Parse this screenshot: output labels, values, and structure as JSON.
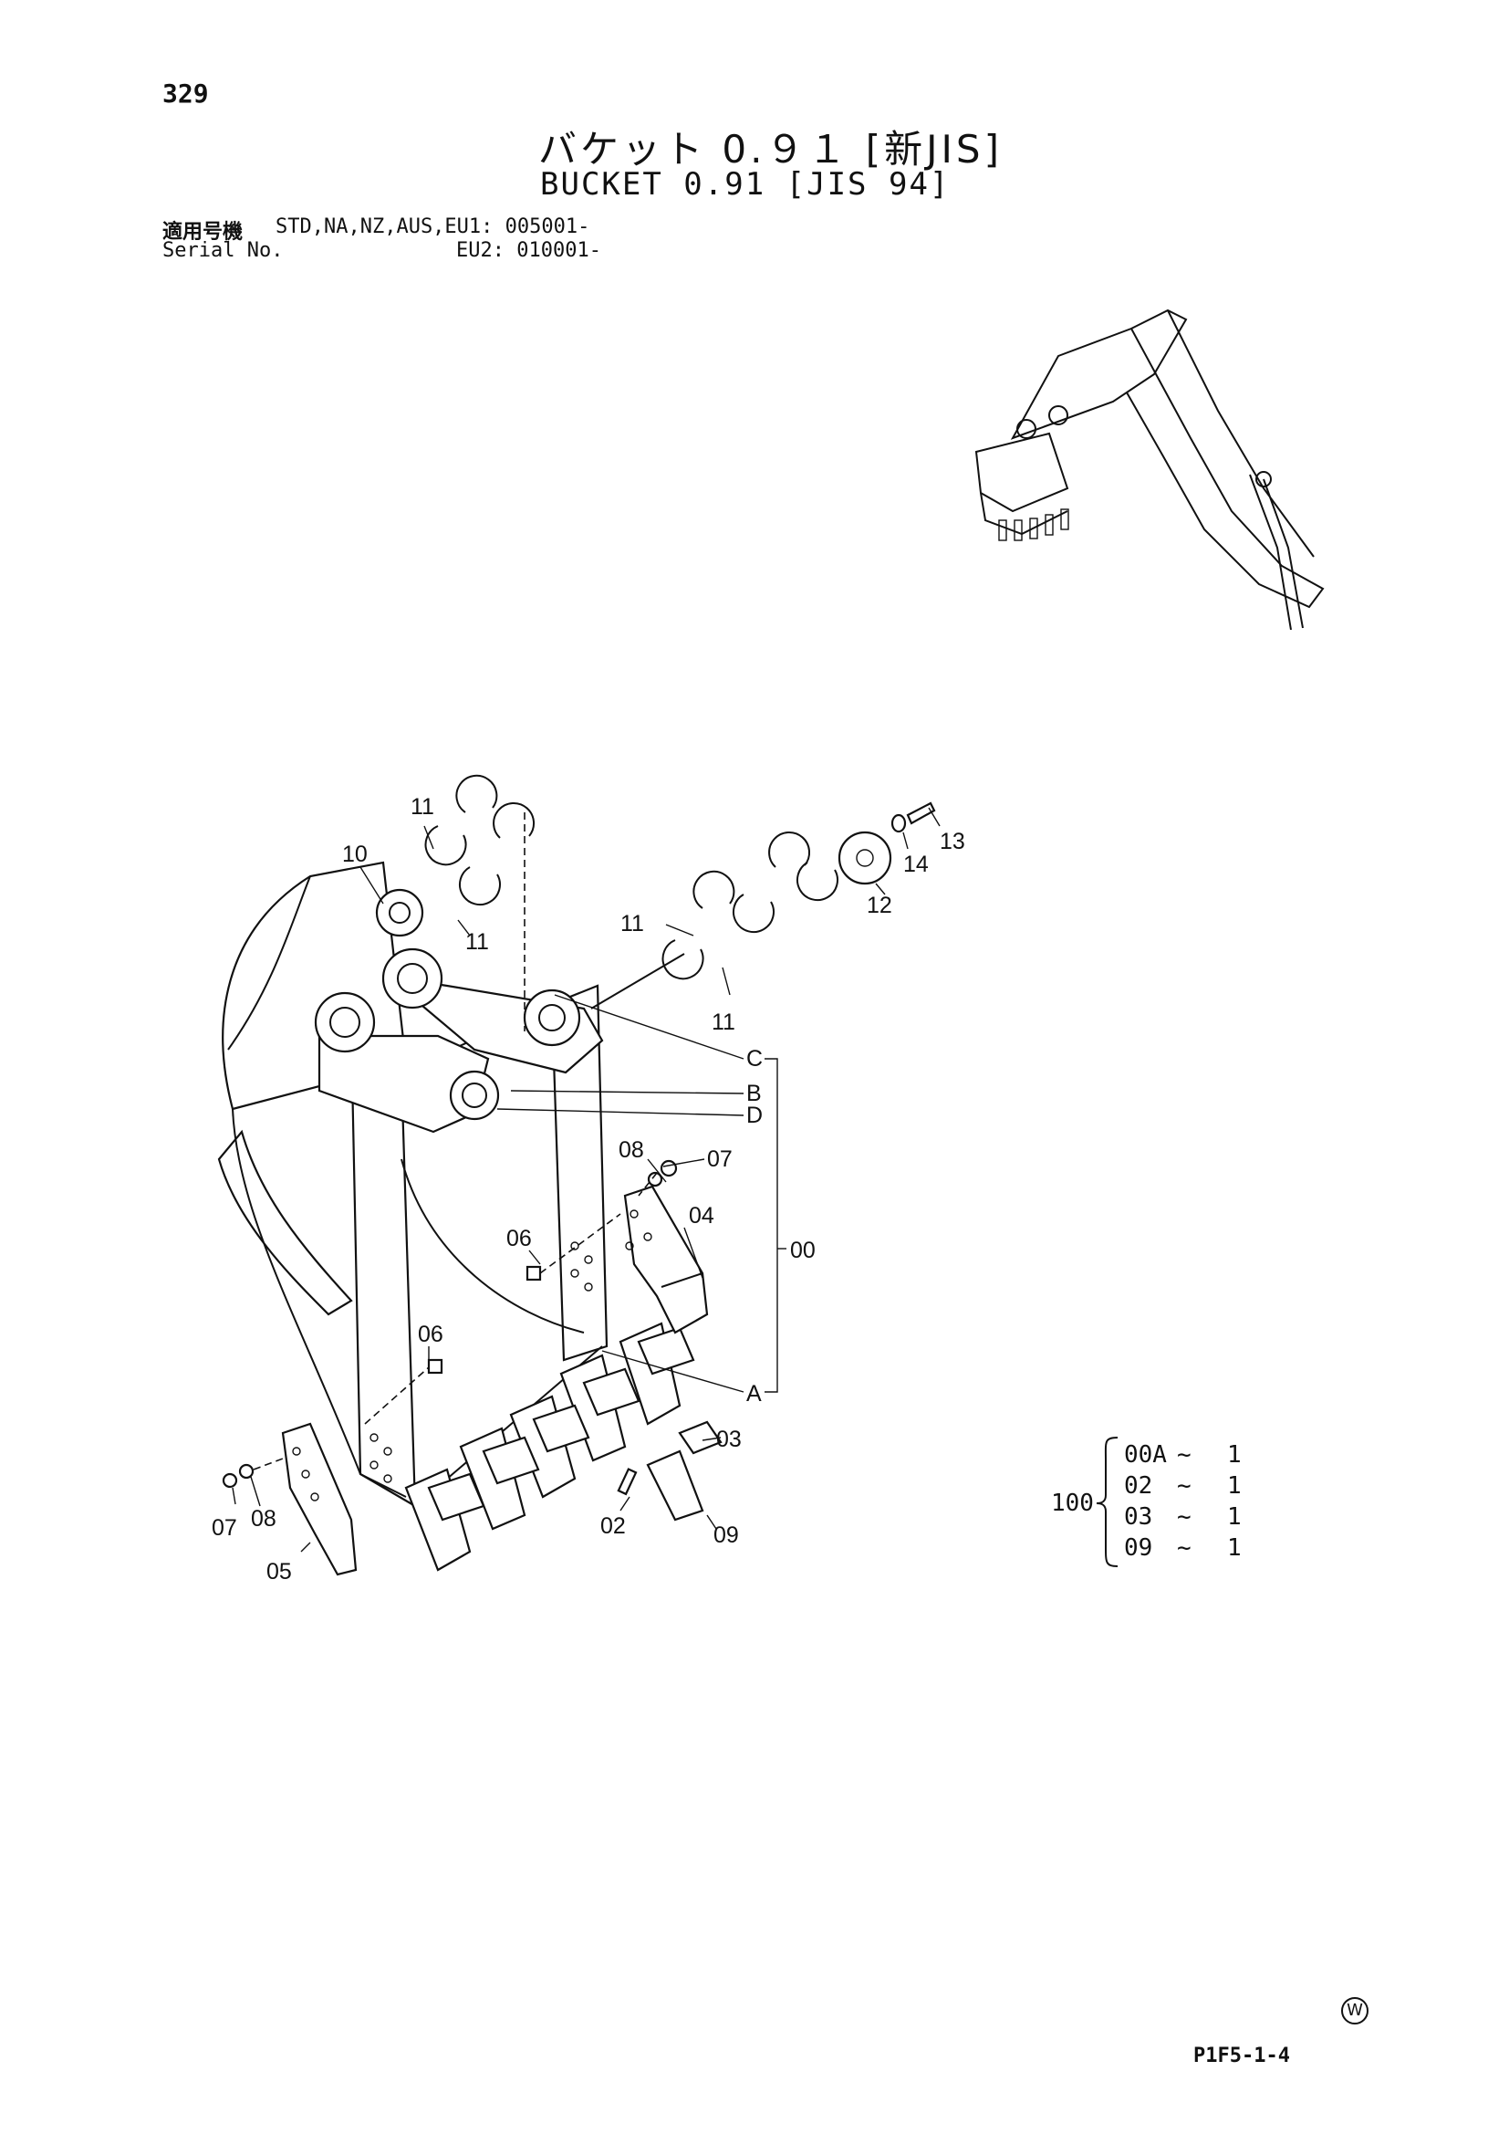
{
  "page_number": "329",
  "title_ja": "バケット 0.９１ [新JIS]",
  "title_en": "BUCKET 0.91 [JIS 94]",
  "serial": {
    "label_ja": "適用号機",
    "label_en": "Serial No.",
    "line1": "STD,NA,NZ,AUS,EU1: 005001-",
    "line2": "EU2: 010001-"
  },
  "callouts": {
    "p11a": "11",
    "p10": "10",
    "p11b": "11",
    "p11c": "11",
    "p11d": "11",
    "p12": "12",
    "p13": "13",
    "p14": "14",
    "refC": "C",
    "refB": "B",
    "refD": "D",
    "refA": "A",
    "p00": "00",
    "p08a": "08",
    "p07a": "07",
    "p04": "04",
    "p06a": "06",
    "p06b": "06",
    "p03": "03",
    "p02": "02",
    "p09": "09",
    "p07b": "07",
    "p08b": "08",
    "p05": "05"
  },
  "assembly": {
    "number": "100",
    "rows": [
      {
        "part": "00A",
        "sep": "~",
        "qty": "1"
      },
      {
        "part": "02",
        "sep": "~",
        "qty": "1"
      },
      {
        "part": "03",
        "sep": "~",
        "qty": "1"
      },
      {
        "part": "09",
        "sep": "~",
        "qty": "1"
      }
    ]
  },
  "doc_ref": "P1F5-1-4",
  "corner_mark": "W"
}
